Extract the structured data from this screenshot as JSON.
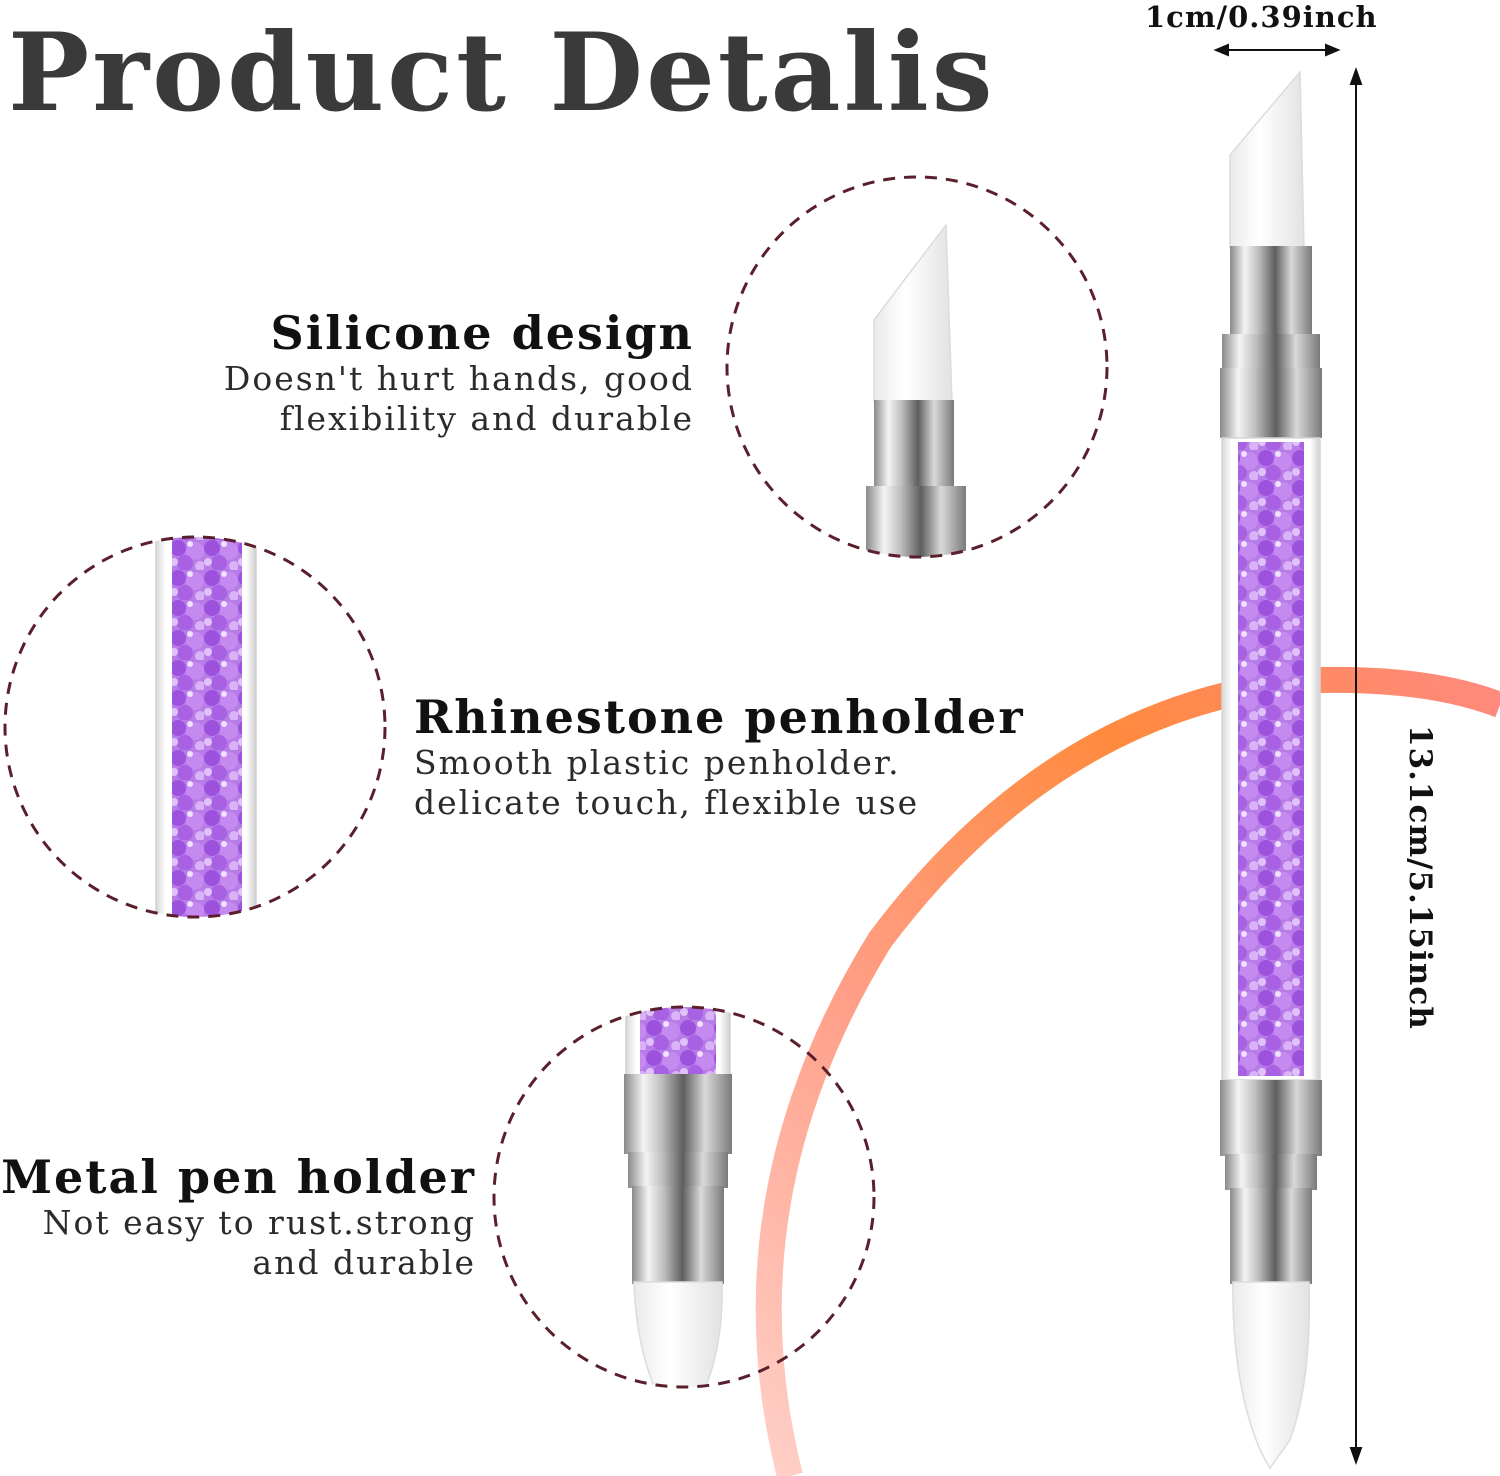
{
  "title": "Product Detalis",
  "dimensions": {
    "width": "1cm/0.39inch",
    "length": "13.1cm/5.15inch"
  },
  "features": [
    {
      "heading": "Silicone design",
      "description": [
        "Doesn't hurt hands, good",
        "flexibility and durable"
      ]
    },
    {
      "heading": "Rhinestone penholder",
      "description": [
        "Smooth plastic penholder.",
        "delicate touch, flexible use"
      ]
    },
    {
      "heading": "Metal pen holder",
      "description": [
        "Not easy to rust.strong",
        "and durable"
      ]
    }
  ],
  "colors": {
    "rhinestone": "#a45ee0",
    "silicone": "#ffffff",
    "metal": "#c9c9c9",
    "circle_outline": "#5a1f2b",
    "arc_orange": "#ff8c3a",
    "arc_pink": "#ffb3a8"
  }
}
